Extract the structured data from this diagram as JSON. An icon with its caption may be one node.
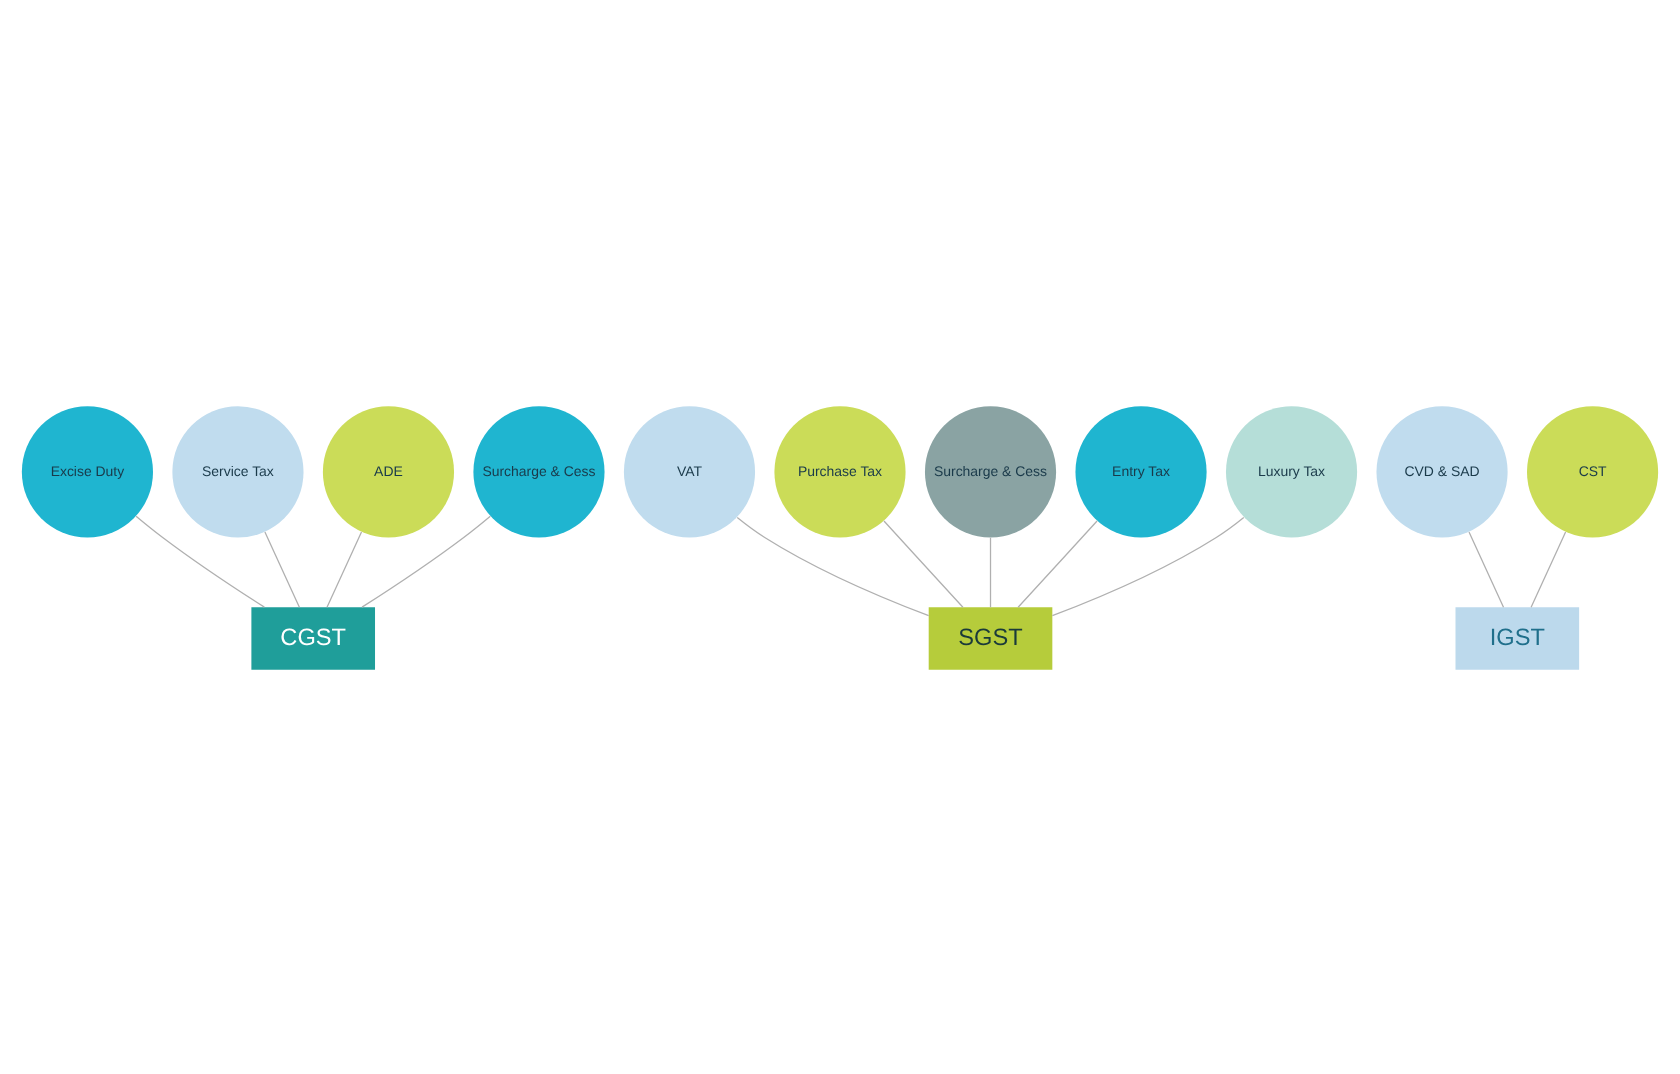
{
  "diagram": {
    "nodes": [
      {
        "text": [
          "CGST"
        ]
      },
      {
        "text": [
          "Excise Duty"
        ]
      },
      {
        "text": [
          "Service Tax"
        ]
      },
      {
        "text": [
          "ADE"
        ]
      },
      {
        "text": [
          "Surcharge & Cess"
        ]
      },
      {
        "text": [
          "SGST"
        ]
      },
      {
        "text": [
          "VAT"
        ]
      },
      {
        "text": [
          "Purchase Tax"
        ]
      },
      {
        "text": [
          "Surcharge & Cess"
        ]
      },
      {
        "text": [
          "Entry Tax"
        ]
      },
      {
        "text": [
          "Luxury Tax"
        ]
      },
      {
        "text": [
          "IGST"
        ]
      },
      {
        "text": [
          "CVD & SAD"
        ]
      },
      {
        "text": [
          "CST"
        ]
      }
    ],
    "edges": [
      {
        "from": 0,
        "to": 1,
        "arrow": "none"
      },
      {
        "from": 0,
        "to": 2,
        "arrow": "none"
      },
      {
        "from": 0,
        "to": 3,
        "arrow": "none"
      },
      {
        "from": 0,
        "to": 4,
        "arrow": "none"
      },
      {
        "from": 5,
        "to": 6,
        "arrow": "none"
      },
      {
        "from": 5,
        "to": 7,
        "arrow": "none"
      },
      {
        "from": 5,
        "to": 8,
        "arrow": "none"
      },
      {
        "from": 5,
        "to": 9,
        "arrow": "none"
      },
      {
        "from": 5,
        "to": 10,
        "arrow": "none"
      },
      {
        "from": 11,
        "to": 12,
        "arrow": "none"
      },
      {
        "from": 11,
        "to": 13,
        "arrow": "none"
      }
    ]
  }
}
